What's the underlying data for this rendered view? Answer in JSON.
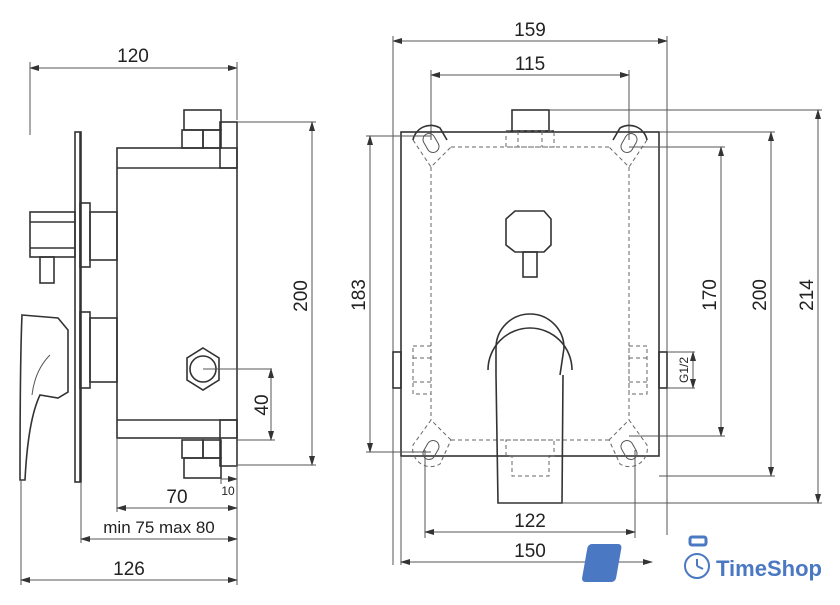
{
  "side_view": {
    "dims": {
      "top_width": "120",
      "height": "200",
      "inlet_offset": "40",
      "body_depth": "70",
      "fitting_offset": "10",
      "install_depth": "min 75  max 80",
      "overall_depth": "126"
    }
  },
  "front_view": {
    "dims": {
      "overall_width": "159",
      "mount_spacing_top": "115",
      "body_height": "183",
      "mount_spacing_vertical": "170",
      "plate_height": "200",
      "overall_height": "214",
      "thread_spec": "G1/2",
      "mount_spacing_bottom": "122",
      "body_width": "150"
    }
  },
  "logo": {
    "text": "TimeShop",
    "color": "#4a78c2"
  }
}
